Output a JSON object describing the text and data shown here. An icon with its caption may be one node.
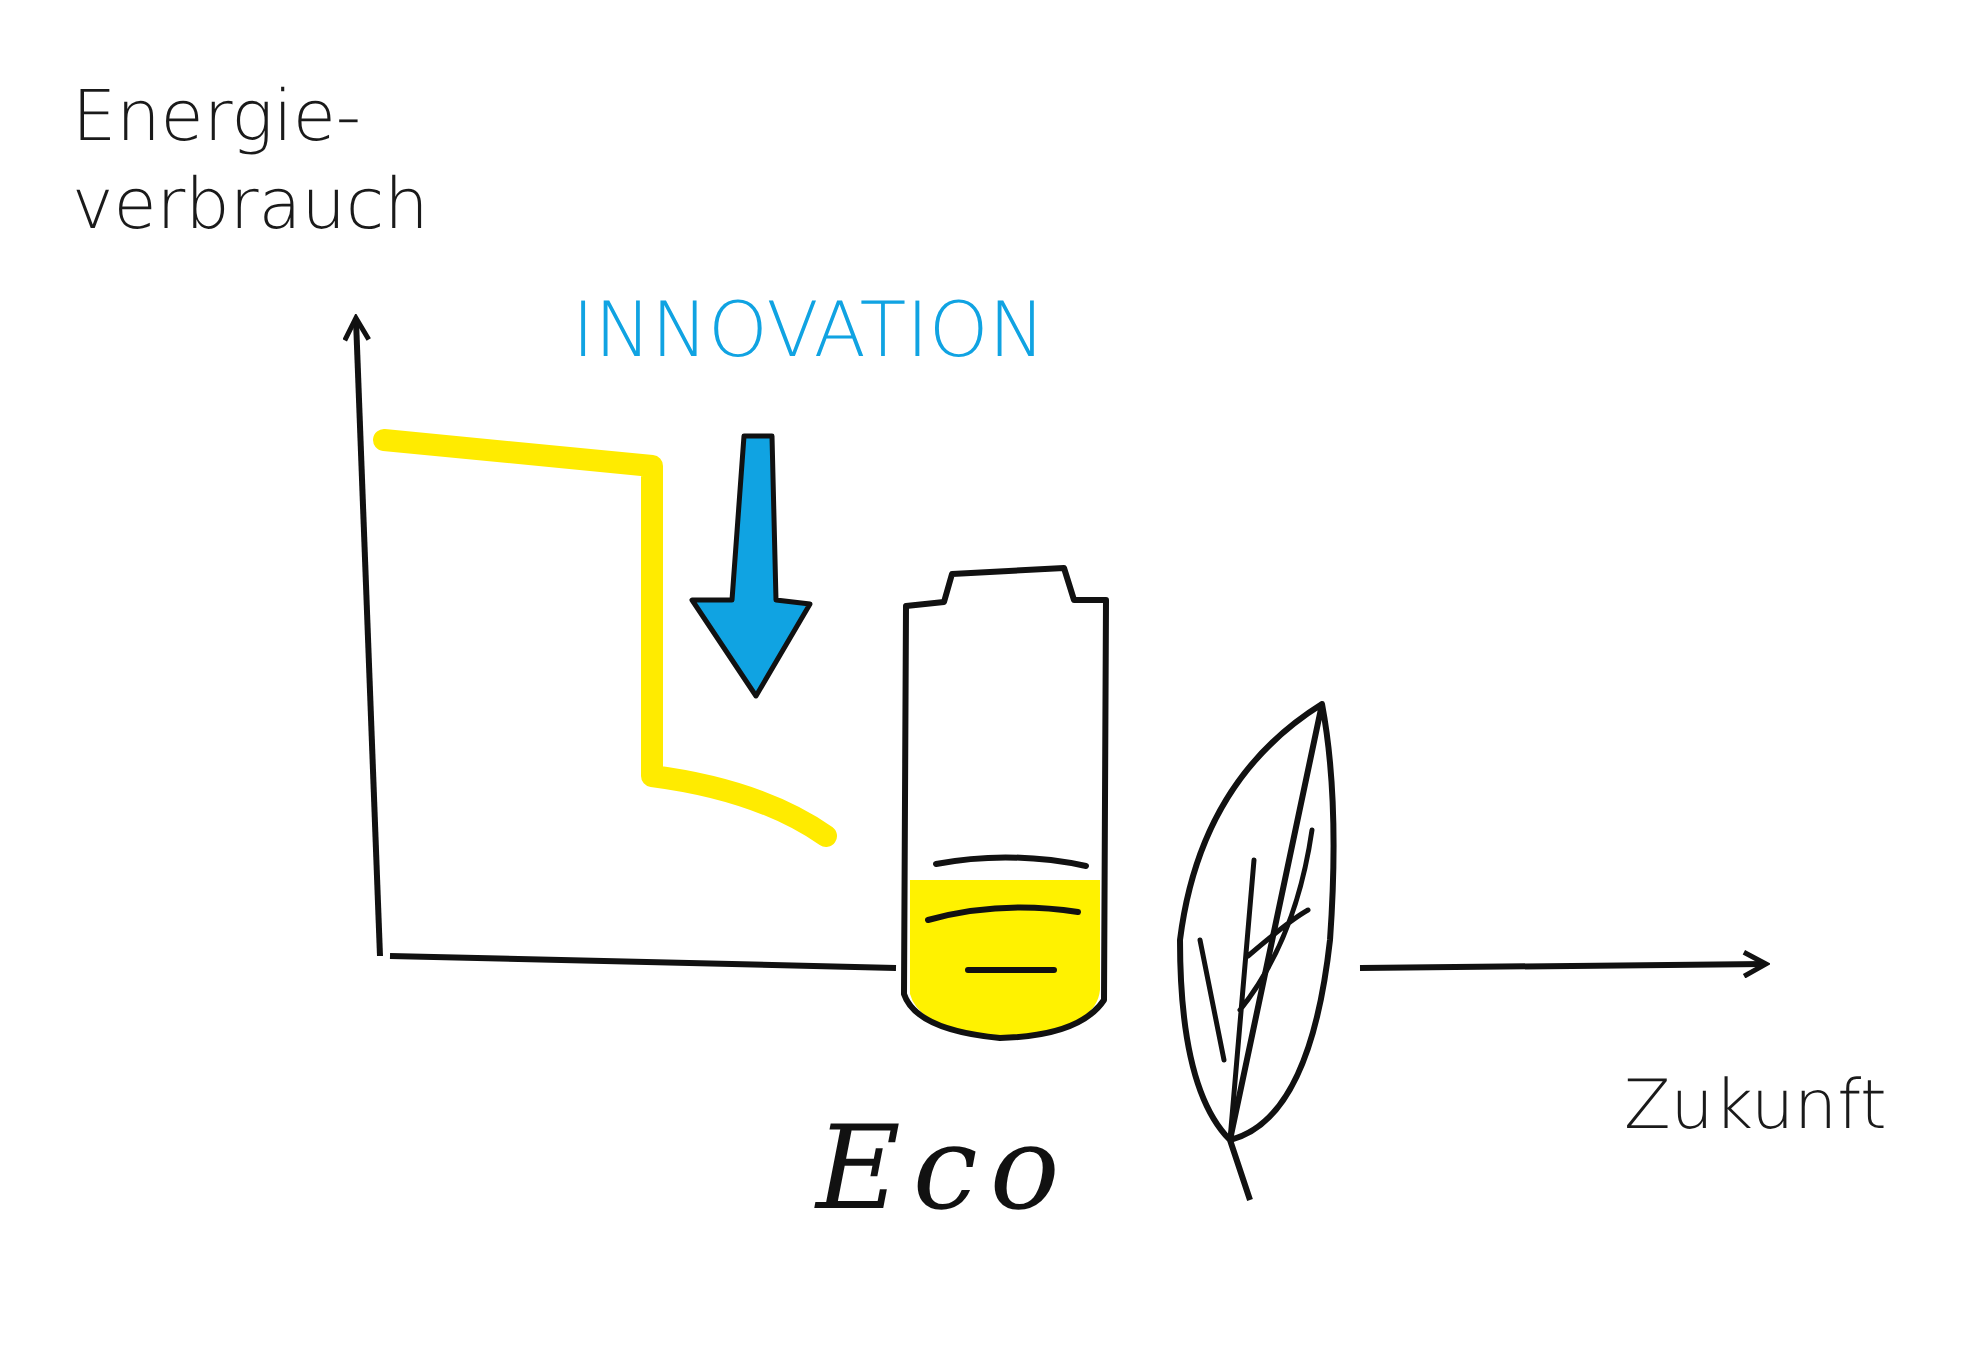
{
  "diagram": {
    "labels": [
      "Energie- verbrauch",
      "INNOVATION",
      "Zukunft",
      "Eco"
    ]
  }
}
